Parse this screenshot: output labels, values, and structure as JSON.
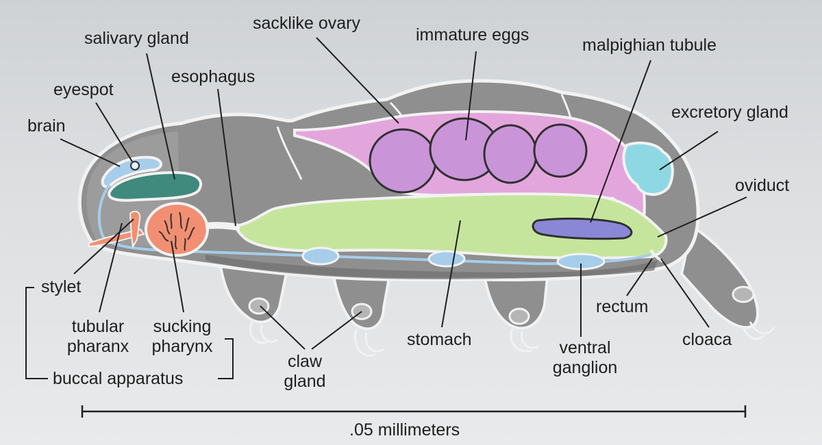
{
  "labels": {
    "salivary_gland": "salivary gland",
    "sacklike_ovary": "sacklike ovary",
    "immature_eggs": "immature eggs",
    "malpighian_tubule": "malpighian tubule",
    "eyespot": "eyespot",
    "esophagus": "esophagus",
    "brain": "brain",
    "excretory_gland": "excretory gland",
    "oviduct": "oviduct",
    "stylet": "stylet",
    "tubular_pharanx_1": "tubular",
    "tubular_pharanx_2": "pharanx",
    "sucking_pharynx_1": "sucking",
    "sucking_pharynx_2": "pharynx",
    "buccal_apparatus": "buccal apparatus",
    "claw_gland_1": "claw",
    "claw_gland_2": "gland",
    "stomach": "stomach",
    "ventral_ganglion_1": "ventral",
    "ventral_ganglion_2": "ganglion",
    "rectum": "rectum",
    "cloaca": "cloaca"
  },
  "scale_bar": {
    "label": ".05 millimeters"
  },
  "colors": {
    "body": "#8f8f8f",
    "body_dark": "#6f6f6f",
    "outline": "#f2f2f2",
    "ovary": "#e3a6dc",
    "eggs": "#c995d8",
    "stomach": "#c6e59c",
    "salivary_gland": "#3f8a7c",
    "brain": "#a6cdea",
    "sucking_pharynx": "#f28f72",
    "excretory_gland": "#8ed8e4",
    "malpighian_tubule": "#8a88d6",
    "ventral_ganglion": "#a6cdea"
  }
}
